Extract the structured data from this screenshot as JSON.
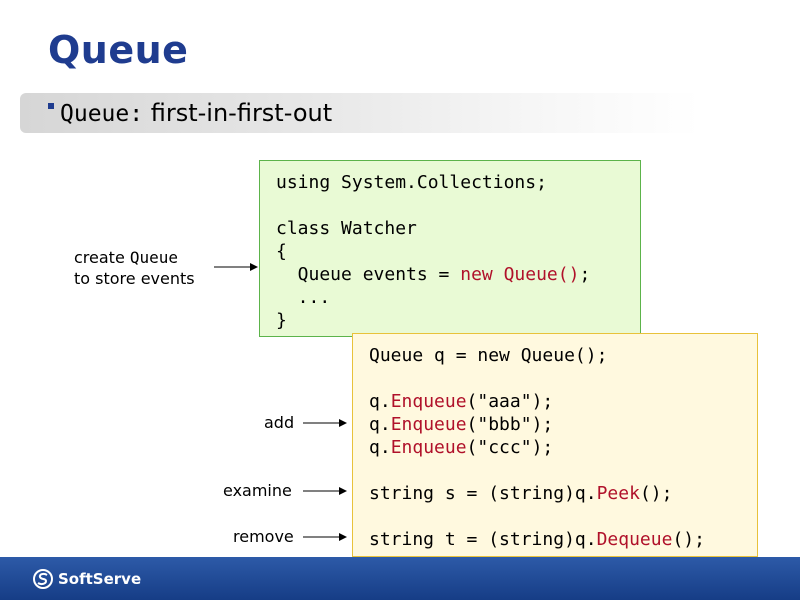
{
  "slide": {
    "title": "Queue",
    "bullet": {
      "code": "Queue:",
      "text": " first-in-first-out"
    }
  },
  "box1": {
    "lines": [
      [
        {
          "t": "using System.Collections;"
        }
      ],
      [],
      [
        {
          "t": "class Watcher"
        }
      ],
      [
        {
          "t": "{"
        }
      ],
      [
        {
          "t": "  Queue events = "
        },
        {
          "t": "new Queue()",
          "kw": true
        },
        {
          "t": ";"
        }
      ],
      [
        {
          "t": "  ..."
        }
      ],
      [
        {
          "t": "}"
        }
      ]
    ]
  },
  "box2": {
    "lines": [
      [
        {
          "t": "Queue q = new Queue();"
        }
      ],
      [],
      [
        {
          "t": "q."
        },
        {
          "t": "Enqueue",
          "kw": true
        },
        {
          "t": "(\"aaa\");"
        }
      ],
      [
        {
          "t": "q."
        },
        {
          "t": "Enqueue",
          "kw": true
        },
        {
          "t": "(\"bbb\");"
        }
      ],
      [
        {
          "t": "q."
        },
        {
          "t": "Enqueue",
          "kw": true
        },
        {
          "t": "(\"ccc\");"
        }
      ],
      [],
      [
        {
          "t": "string s = (string)q."
        },
        {
          "t": "Peek",
          "kw": true
        },
        {
          "t": "();"
        }
      ],
      [],
      [
        {
          "t": "string t = (string)q."
        },
        {
          "t": "Dequeue",
          "kw": true
        },
        {
          "t": "();"
        }
      ]
    ]
  },
  "annotations": {
    "create_line1_text": "create ",
    "create_line1_code": "Queue",
    "create_line2": "to store events",
    "add": "add",
    "examine": "examine",
    "remove": "remove"
  },
  "footer": {
    "logo_text": "SoftServe"
  },
  "colors": {
    "title": "#1f3c8f",
    "keyword": "#b0112a",
    "box1_bg": "#e9fad5",
    "box1_border": "#5cb34a",
    "box2_bg": "#fff9df",
    "box2_border": "#e8c23a",
    "footer": "#1f4a96"
  }
}
